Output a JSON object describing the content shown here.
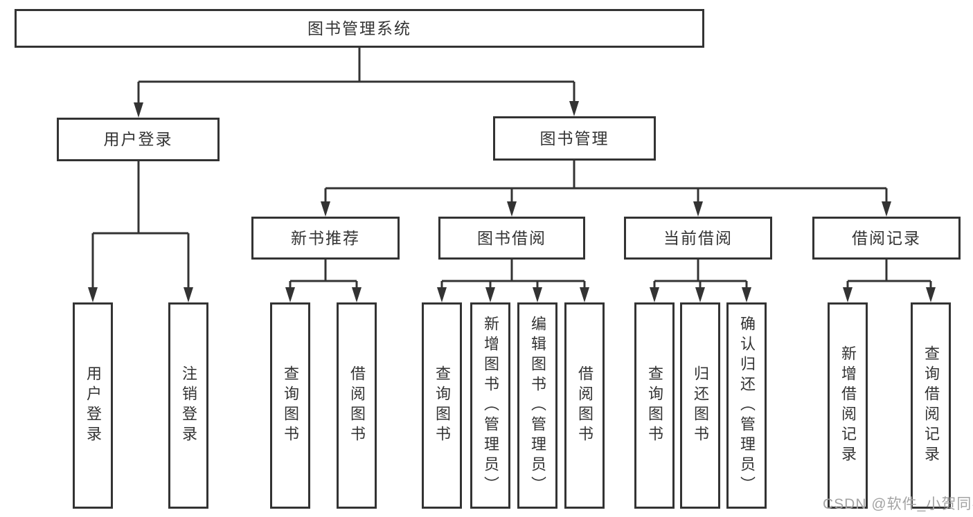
{
  "diagram": {
    "title": "图书管理系统",
    "type": "hierarchy-tree",
    "hierarchy": {
      "label": "图书管理系统",
      "children": [
        {
          "label": "用户登录",
          "children": [
            {
              "label": "用户登录"
            },
            {
              "label": "注销登录"
            }
          ]
        },
        {
          "label": "图书管理",
          "children": [
            {
              "label": "新书推荐",
              "children": [
                {
                  "label": "查询图书"
                },
                {
                  "label": "借阅图书"
                }
              ]
            },
            {
              "label": "图书借阅",
              "children": [
                {
                  "label": "查询图书"
                },
                {
                  "label": "新增图书（管理员）"
                },
                {
                  "label": "编辑图书（管理员）"
                },
                {
                  "label": "借阅图书"
                }
              ]
            },
            {
              "label": "当前借阅",
              "children": [
                {
                  "label": "查询图书"
                },
                {
                  "label": "归还图书"
                },
                {
                  "label": "确认归还（管理员）"
                }
              ]
            },
            {
              "label": "借阅记录",
              "children": [
                {
                  "label": "新增借阅记录"
                },
                {
                  "label": "查询借阅记录"
                }
              ]
            }
          ]
        }
      ]
    }
  },
  "nodes": {
    "root": "图书管理系统",
    "user_login": "用户登录",
    "book_management": "图书管理",
    "new_book_recommend": "新书推荐",
    "book_borrowing": "图书借阅",
    "current_borrowing": "当前借阅",
    "borrowing_records": "借阅记录",
    "leaf_user_login": "用户登录",
    "leaf_logout": "注销登录",
    "leaf_query_books_1": "查询图书",
    "leaf_borrow_books_1": "借阅图书",
    "leaf_query_books_2": "查询图书",
    "leaf_add_book_admin": "新增图书（管理员）",
    "leaf_edit_book_admin": "编辑图书（管理员）",
    "leaf_borrow_books_2": "借阅图书",
    "leaf_query_books_3": "查询图书",
    "leaf_return_books": "归还图书",
    "leaf_confirm_return_admin": "确认归还（管理员）",
    "leaf_add_borrow_record": "新增借阅记录",
    "leaf_query_borrow_record": "查询借阅记录"
  },
  "watermark": {
    "text": "CSDN @软件_小贺同学",
    "color": "#a3a3a3"
  },
  "colors": {
    "line": "#333333",
    "box_border": "#333333",
    "box_fill": "#ffffff",
    "text": "#333333",
    "background": "#ffffff"
  }
}
